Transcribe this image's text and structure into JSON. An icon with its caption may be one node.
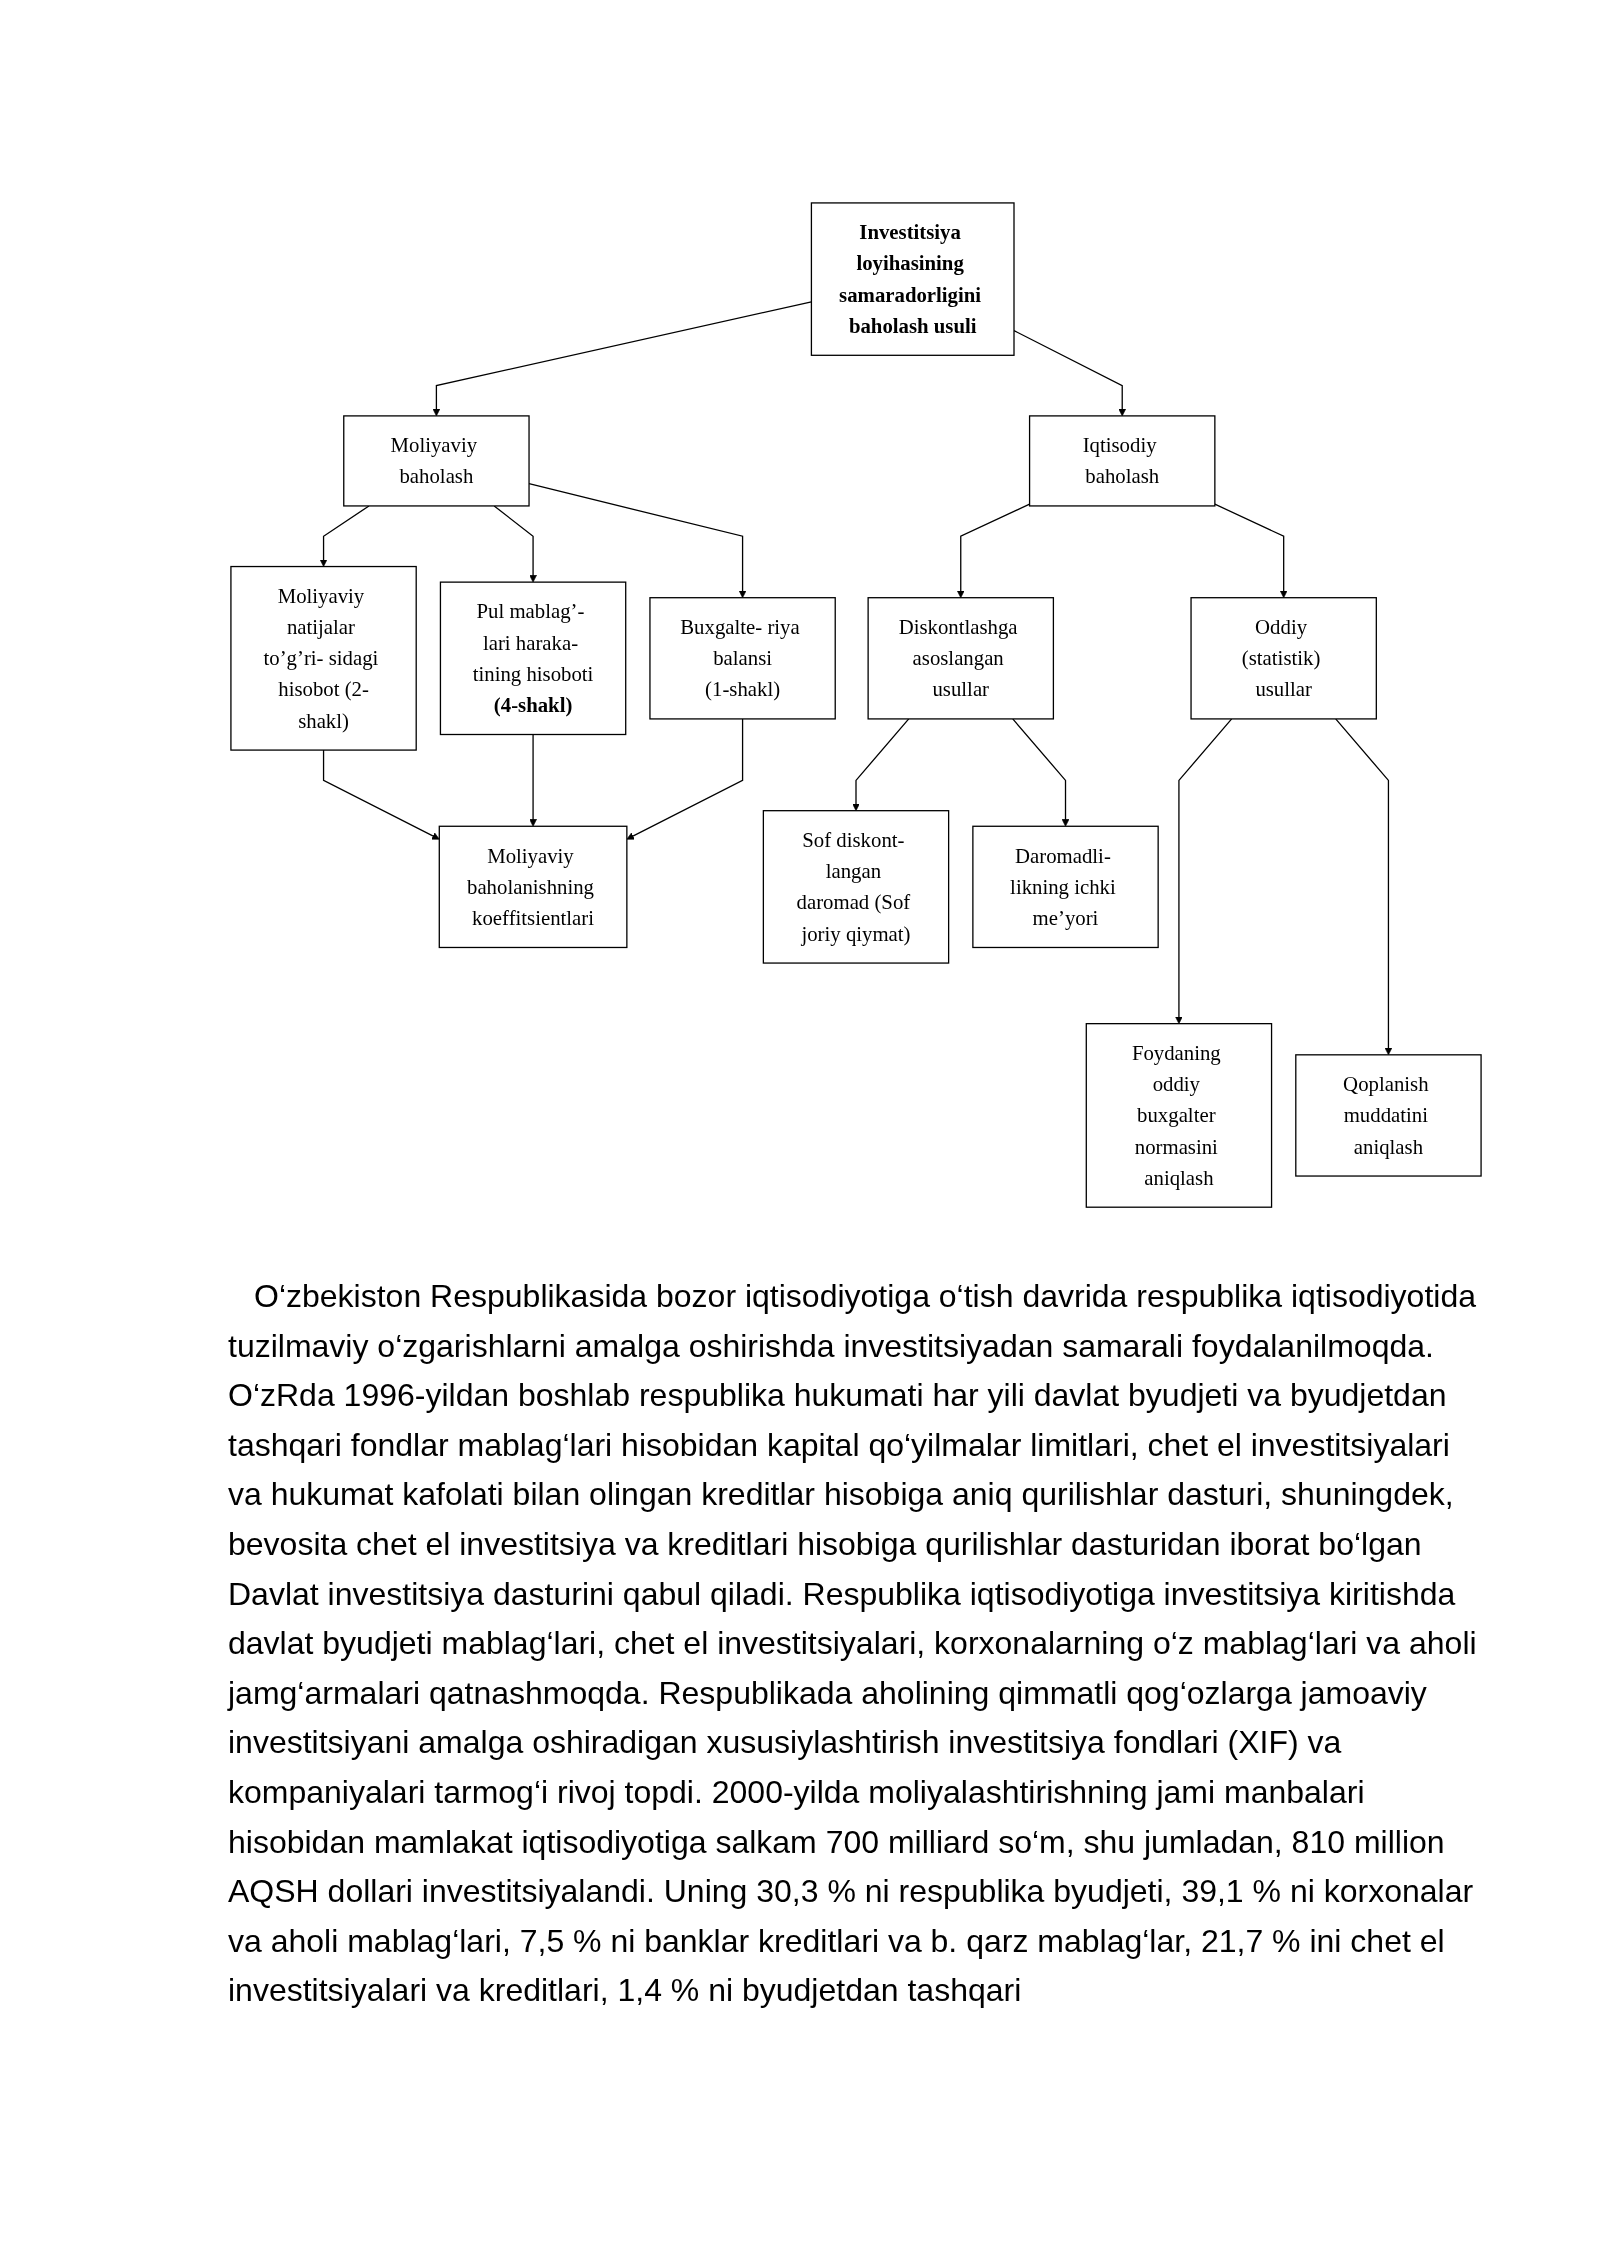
{
  "diagram": {
    "nodes": [
      {
        "text": [
          "Investitsiya loyihasining samaradorligini baholash usuli"
        ]
      },
      {
        "text": [
          "Moliyaviy baholash"
        ]
      },
      {
        "text": [
          "Iqtisodiy baholash"
        ]
      },
      {
        "text": [
          "Moliyaviy natijalar to’g’ri- sidagi hisobot (2-shakl)"
        ]
      },
      {
        "text": [
          "Pul mablag’- lari haraka- tining hisoboti",
          "(4-shakl)"
        ]
      },
      {
        "text": [
          "Buxgalte- riya balansi",
          "(1-shakl)"
        ]
      },
      {
        "text": [
          "Oddiy (statistik) usullar"
        ]
      },
      {
        "text": [
          "Diskontlashga asoslangan usullar"
        ]
      },
      {
        "text": [
          "Moliyaviy baholanishning koeffitsientlari"
        ]
      },
      {
        "text": [
          "Sof diskont- langan daromad (Sof joriy qiymat)"
        ]
      },
      {
        "text": [
          "Daromadli- likning ichki me’yori"
        ]
      },
      {
        "text": [
          "Foydaning oddiy buxgalter normasini aniqlash"
        ]
      },
      {
        "text": [
          "Qoplanish muddatini aniqlash"
        ]
      }
    ],
    "edges": [
      {
        "from": 0,
        "to": 1,
        "arrow": "to"
      },
      {
        "from": 0,
        "to": 2,
        "arrow": "to"
      },
      {
        "from": 1,
        "to": 3,
        "arrow": "to"
      },
      {
        "from": 1,
        "to": 4,
        "arrow": "to"
      },
      {
        "from": 1,
        "to": 5,
        "arrow": "to"
      },
      {
        "from": 2,
        "to": 6,
        "arrow": "to"
      },
      {
        "from": 2,
        "to": 7,
        "arrow": "to"
      },
      {
        "from": 3,
        "to": 8,
        "arrow": "to"
      },
      {
        "from": 4,
        "to": 8,
        "arrow": "to"
      },
      {
        "from": 5,
        "to": 8,
        "arrow": "to"
      },
      {
        "from": 7,
        "to": 9,
        "arrow": "to"
      },
      {
        "from": 7,
        "to": 10,
        "arrow": "to"
      },
      {
        "from": 6,
        "to": 11,
        "arrow": "to"
      },
      {
        "from": 6,
        "to": 12,
        "arrow": "to"
      }
    ],
    "labels": [
      "O‘zbekiston Respublikasida bozor iqtisodiyotiga o‘tish davrida respublika iqtisodiyotida tuzilmaviy o‘zgarishlarni amalga oshirishda investitsiyadan samarali foydalanilmoqda. O‘zRda 1996-yildan boshlab respublika hukumati har yili davlat byudjeti va byudjetdan tashqari fondlar mablag‘lari hisobidan kapital qo‘yilmalar limitlari, chet el investitsiyalari va hukumat kafolati bilan olingan kreditlar hisobiga aniq qurilishlar dasturi, shuningdek, bevosita chet el investitsiya va kreditlari hisobiga qurilishlar dasturidan iborat bo‘lgan Davlat investitsiya dasturini qabul qiladi. Respublika iqtisodiyotiga investitsiya kiritishda davlat byudjeti mablag‘lari, chet el investitsiyalari, korxonalarning o‘z mablag‘lari va aholi jamg‘armalari qatnashmoqda. Respublikada aholining qimmatli qog‘ozlarga jamoaviy investitsiyani amalga oshiradigan xususiylashtirish investitsiya fondlari (XIF) va kompaniyalari tarmog‘i rivoj topdi. 2000-yilda moliyalashtirishning jami manbalari hisobidan mamlakat iqtisodiyotiga salkam 700 milliard so‘m, shu jumladan, 810 million AQSH dollari investitsiyalandi. Uning 30,3 % ni respublika byudjeti, 39,1 % ni korxonalar va aholi mablag‘lari, 7,5 % ni banklar kreditlari va b. qarz mablag‘lar, 21,7 % ini chet el investitsiyalari va kreditlari, 1,4 % ni byudjetdan tashqari"
    ]
  }
}
